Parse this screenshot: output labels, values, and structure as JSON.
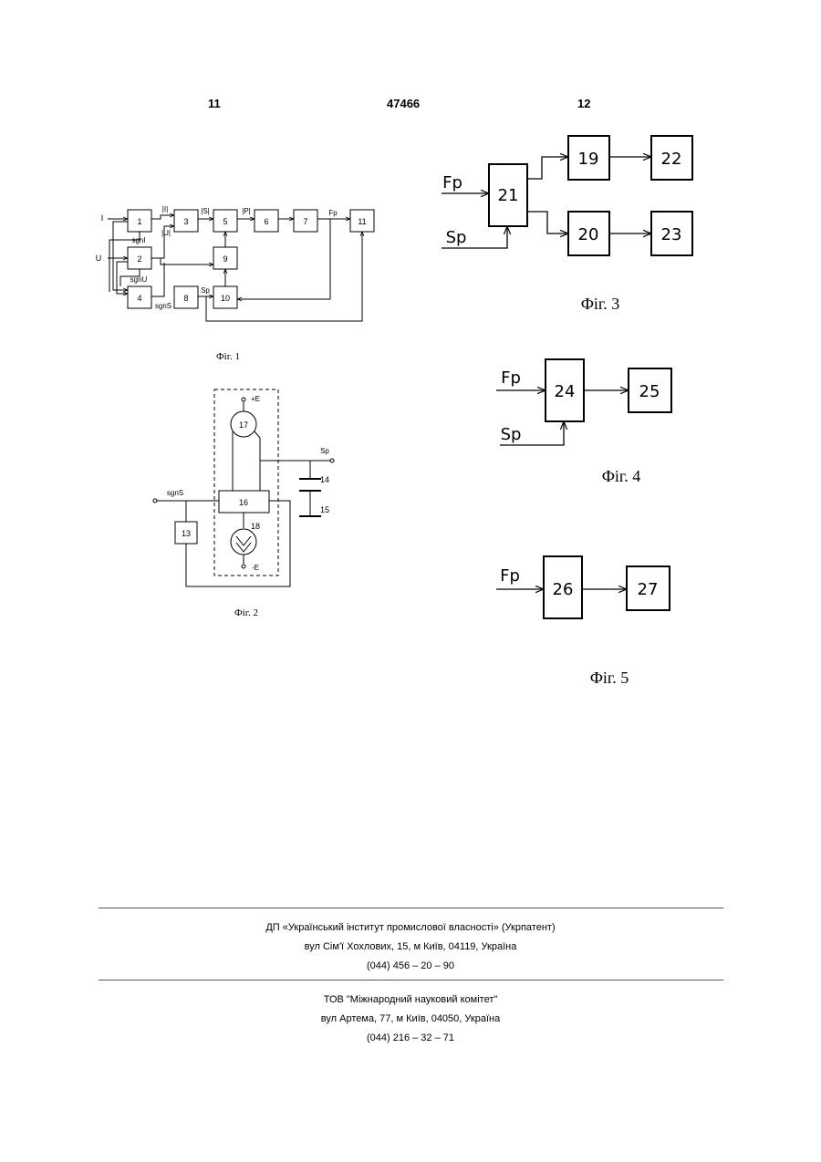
{
  "header": {
    "left_page": "11",
    "patent_number": "47466",
    "right_page": "12"
  },
  "fig1": {
    "caption": "Фіг. 1",
    "blocks": [
      "1",
      "2",
      "3",
      "4",
      "5",
      "6",
      "7",
      "8",
      "9",
      "10",
      "11"
    ],
    "inputs": [
      "I",
      "U"
    ],
    "labels": [
      "|I|",
      "|S|",
      "|P|",
      "|U|",
      "sgnI",
      "sgnU",
      "sgnS",
      "Sp",
      "Fp"
    ]
  },
  "fig2": {
    "caption": "Фіг. 2",
    "blocks": [
      "13",
      "16",
      "17",
      "18"
    ],
    "labels": [
      "+E",
      "-E",
      "Sp",
      "sgnS",
      "14",
      "15"
    ]
  },
  "fig3": {
    "caption": "Фіг. 3",
    "blocks": [
      "21",
      "19",
      "22",
      "20",
      "23"
    ],
    "inputs": [
      "Fp",
      "Sp"
    ]
  },
  "fig4": {
    "caption": "Фіг. 4",
    "blocks": [
      "24",
      "25"
    ],
    "inputs": [
      "Fp",
      "Sp"
    ]
  },
  "fig5": {
    "caption": "Фіг. 5",
    "blocks": [
      "26",
      "27"
    ],
    "inputs": [
      "Fp"
    ]
  },
  "footer": {
    "org1": "ДП «Український інститут промислової власності» (Укрпатент)",
    "addr1": "вул  Сім'ї Хохлових, 15, м  Київ, 04119, Україна",
    "phone1": "(044) 456 – 20 –  90",
    "org2": "ТОВ \"Міжнародний науковий комітет\"",
    "addr2": "вул  Артема, 77, м  Київ, 04050, Україна",
    "phone2": "(044) 216 – 32 – 71"
  }
}
